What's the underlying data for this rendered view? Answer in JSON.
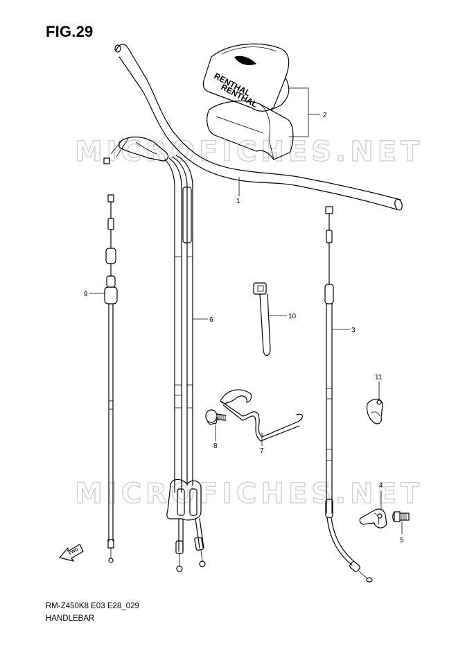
{
  "figure": {
    "title": "FIG.29",
    "code": "RM-Z450K8 E03 E28_029",
    "name": "HANDLEBAR"
  },
  "watermark": {
    "text": "MICROFICHES.NET"
  },
  "pad": {
    "brand": "RENTHAL"
  },
  "fwd_label": "FWD",
  "callouts": [
    "1",
    "2",
    "3",
    "4",
    "5",
    "6",
    "7",
    "8",
    "9",
    "10",
    "11"
  ]
}
